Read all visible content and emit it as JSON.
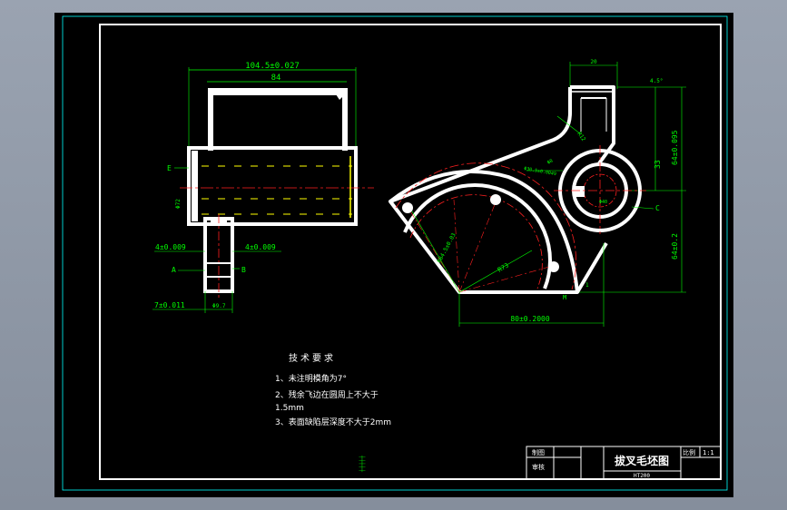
{
  "colors": {
    "background": "#000000",
    "frame": "#ffffff",
    "dimension": "#00ff00",
    "outline": "#ffffff",
    "centerline": "#ff2020",
    "hidden": "#ffff00",
    "leader": "#00ffff"
  },
  "dims": {
    "width_total": "104.5±0.027",
    "width_inner": "84",
    "datum_e": "E",
    "hole_upper": "Φ72",
    "tol_left": "4±0.009",
    "tol_right": "4±0.009",
    "label_a": "A",
    "label_b": "B",
    "bottom_tol": "7±0.011",
    "bottom_width": "Φ9.7",
    "top_width": "20",
    "top_angle": "4.5°",
    "radius_r12": "R12",
    "hole_dim": "Φ40",
    "hole_tol": "Φ30.5±0.0049",
    "height_total": "64±0.095",
    "height_33": "33",
    "height_lower": "64±0.2",
    "datum_c": "C",
    "hole_small": "Φ8",
    "radius_r73": "R73",
    "radius_r64": "R64.5±0.03",
    "base_width": "80±0.2000",
    "datum_m": "M",
    "bottom_right": "1"
  },
  "notes": {
    "title": "技术要求",
    "items": [
      "1、未注明模角为7°",
      "2、残余飞边在圆周上不大于",
      "1.5mm",
      "3、表面缺陷层深度不大于2mm"
    ]
  },
  "title_block": {
    "drawn_label": "制图",
    "check_label": "审核",
    "part_name": "拔叉毛坯图",
    "scale_label": "比例",
    "scale_value": "1:1",
    "material": "HT200"
  },
  "margin_mark": "┼┼┼┼┼"
}
